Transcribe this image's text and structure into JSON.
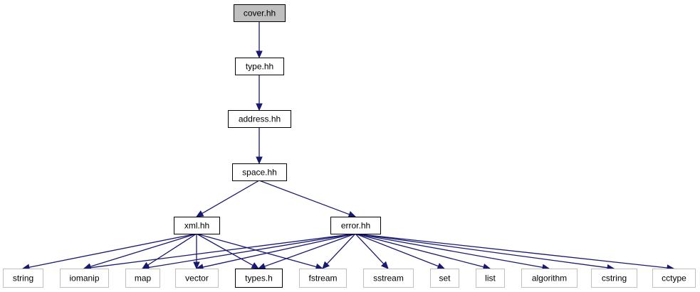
{
  "graph": {
    "colors": {
      "edge": "#191970",
      "node_border": "#000000",
      "external_border": "#bfbfbf",
      "highlight_fill": "#bfbfbf"
    },
    "nodes": [
      {
        "id": "cover",
        "label": "cover.hh",
        "kind": "highlight"
      },
      {
        "id": "type",
        "label": "type.hh",
        "kind": "normal"
      },
      {
        "id": "address",
        "label": "address.hh",
        "kind": "normal"
      },
      {
        "id": "space",
        "label": "space.hh",
        "kind": "normal"
      },
      {
        "id": "xml",
        "label": "xml.hh",
        "kind": "normal"
      },
      {
        "id": "error",
        "label": "error.hh",
        "kind": "normal"
      },
      {
        "id": "string",
        "label": "string",
        "kind": "external"
      },
      {
        "id": "iomanip",
        "label": "iomanip",
        "kind": "external"
      },
      {
        "id": "map",
        "label": "map",
        "kind": "external"
      },
      {
        "id": "vector",
        "label": "vector",
        "kind": "external"
      },
      {
        "id": "types",
        "label": "types.h",
        "kind": "normal"
      },
      {
        "id": "fstream",
        "label": "fstream",
        "kind": "external"
      },
      {
        "id": "sstream",
        "label": "sstream",
        "kind": "external"
      },
      {
        "id": "set",
        "label": "set",
        "kind": "external"
      },
      {
        "id": "list",
        "label": "list",
        "kind": "external"
      },
      {
        "id": "algorithm",
        "label": "algorithm",
        "kind": "external"
      },
      {
        "id": "cstring",
        "label": "cstring",
        "kind": "external"
      },
      {
        "id": "cctype",
        "label": "cctype",
        "kind": "external"
      }
    ],
    "edges": [
      [
        "cover",
        "type"
      ],
      [
        "type",
        "address"
      ],
      [
        "address",
        "space"
      ],
      [
        "space",
        "xml"
      ],
      [
        "space",
        "error"
      ],
      [
        "xml",
        "string"
      ],
      [
        "xml",
        "iomanip"
      ],
      [
        "xml",
        "map"
      ],
      [
        "xml",
        "vector"
      ],
      [
        "xml",
        "types"
      ],
      [
        "xml",
        "fstream"
      ],
      [
        "error",
        "iomanip"
      ],
      [
        "error",
        "map"
      ],
      [
        "error",
        "vector"
      ],
      [
        "error",
        "types"
      ],
      [
        "error",
        "fstream"
      ],
      [
        "error",
        "sstream"
      ],
      [
        "error",
        "set"
      ],
      [
        "error",
        "list"
      ],
      [
        "error",
        "algorithm"
      ],
      [
        "error",
        "cstring"
      ],
      [
        "error",
        "cctype"
      ]
    ]
  }
}
